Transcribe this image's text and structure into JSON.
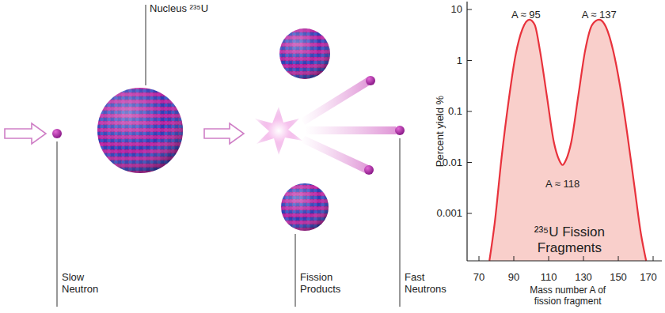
{
  "diagram": {
    "labels": [
      "Nucleus ²³⁵U",
      "Slow Neutron",
      "Fission Products",
      "Fast Neutrons",
      "A ≈ 95",
      "A ≈ 137",
      "A ≈ 118",
      "²³⁵U Fission Fragments",
      "Percent yield %",
      "10",
      "1",
      "0.1",
      "0.01",
      "0.001",
      "70",
      "90",
      "110",
      "130",
      "150",
      "170",
      "Mass number A of fission fragment"
    ]
  }
}
